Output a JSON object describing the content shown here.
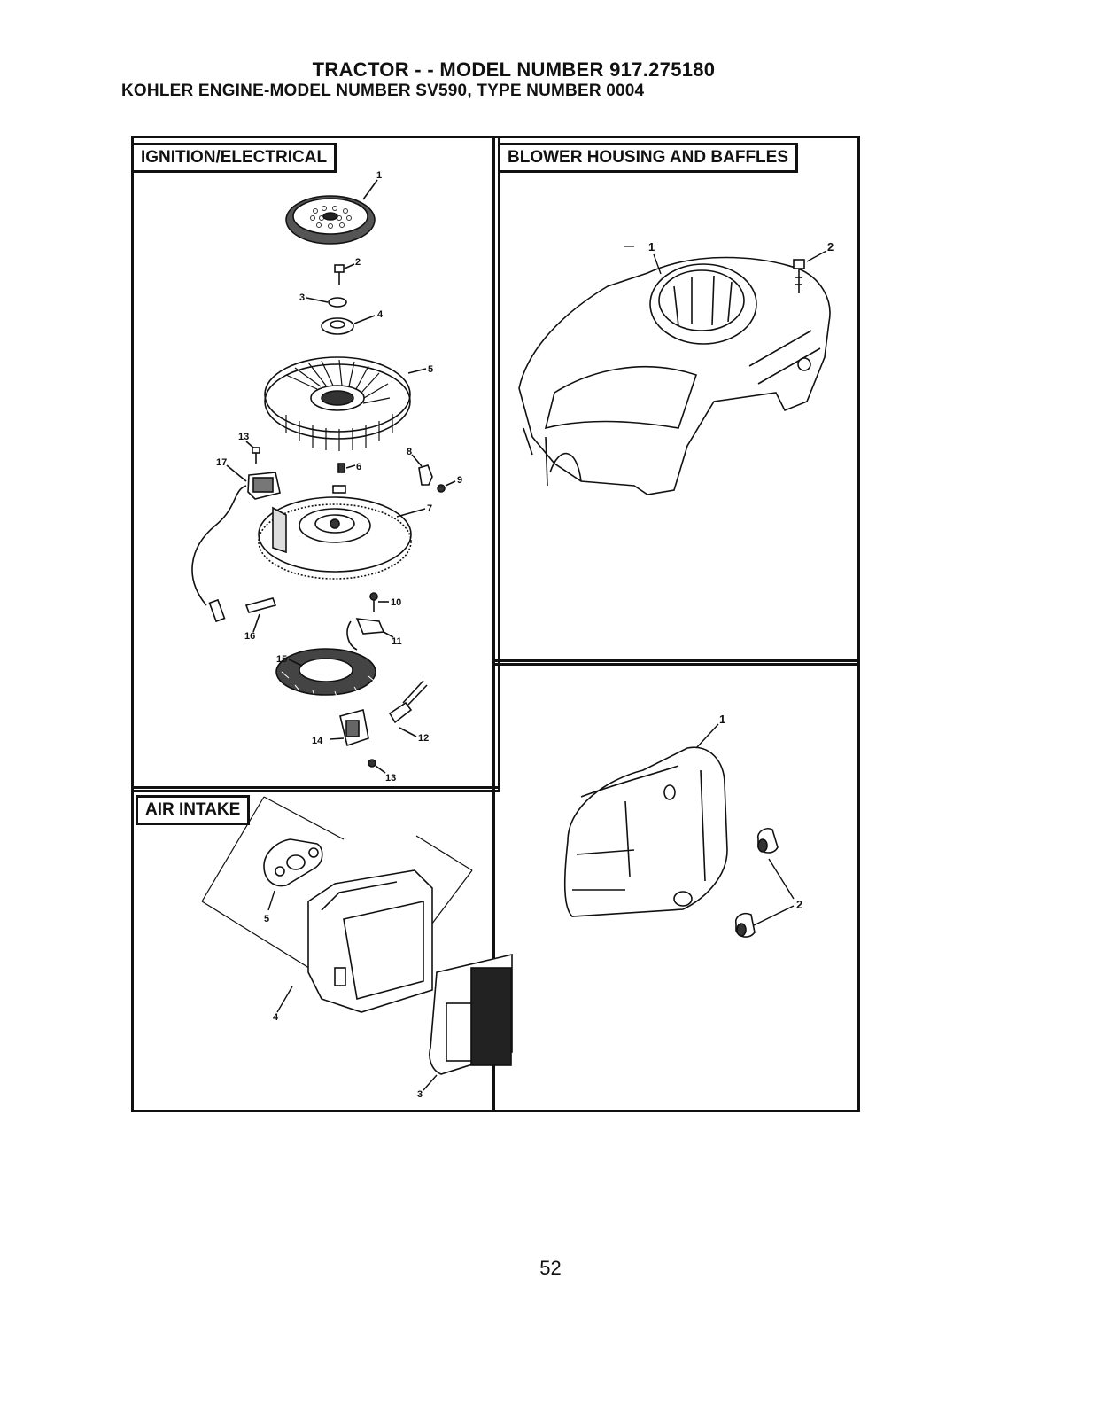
{
  "header": {
    "title_line1": "TRACTOR - - MODEL NUMBER  917.275180",
    "title_line2": "KOHLER ENGINE-MODEL NUMBER SV590, TYPE NUMBER 0004"
  },
  "sections": {
    "ignition": {
      "label": "IGNITION/ELECTRICAL",
      "callouts": {
        "c1": "1",
        "c2": "2",
        "c3": "3",
        "c4": "4",
        "c5": "5",
        "c6": "6",
        "c7": "7",
        "c8": "8",
        "c9": "9",
        "c10": "10",
        "c11": "11",
        "c12": "12",
        "c13a": "13",
        "c13b": "13",
        "c14": "14",
        "c15": "15",
        "c16": "16",
        "c17": "17"
      }
    },
    "blower": {
      "label": "BLOWER HOUSING AND BAFFLES",
      "callouts": {
        "c1": "1",
        "c2": "2"
      }
    },
    "valve_cover": {
      "callouts": {
        "c1": "1",
        "c2": "2"
      }
    },
    "air_intake": {
      "label": "AIR INTAKE",
      "callouts": {
        "c3": "3",
        "c4": "4",
        "c5": "5"
      }
    }
  },
  "footer": {
    "page_number": "52"
  },
  "colors": {
    "ink": "#111111",
    "paper": "#ffffff"
  }
}
